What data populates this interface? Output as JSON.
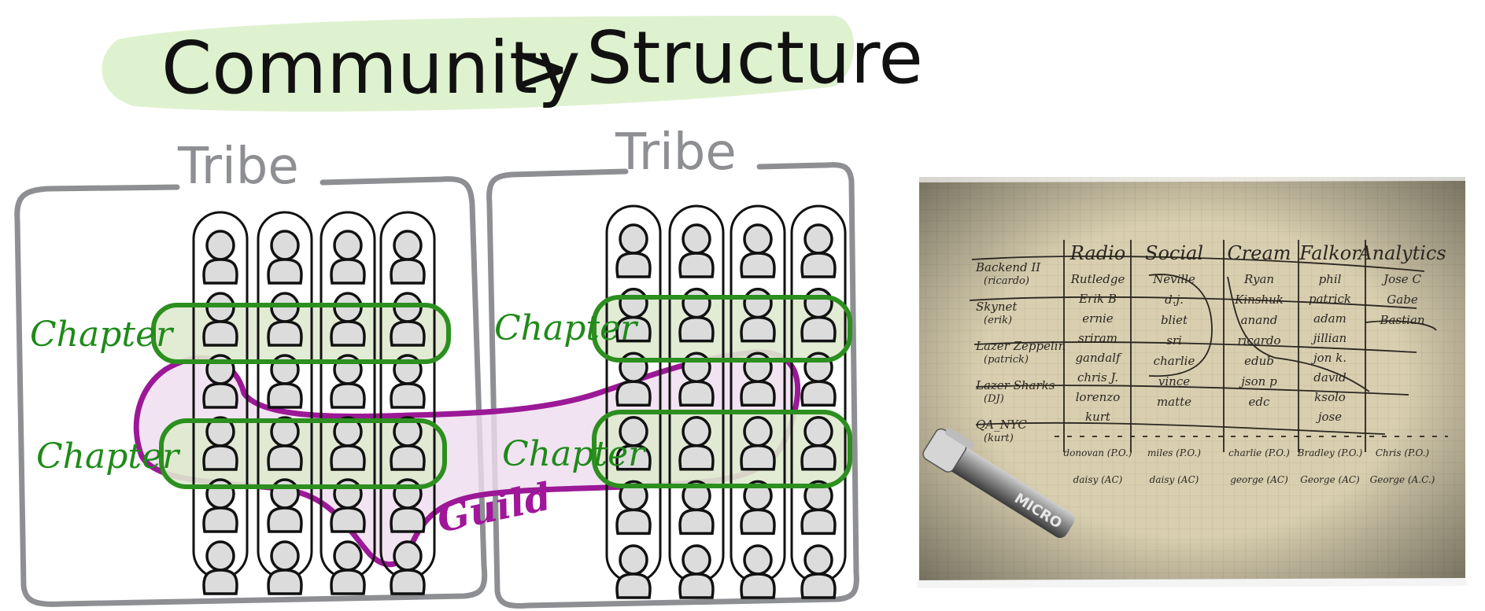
{
  "title": {
    "left": "Community",
    "separator": ">",
    "right": "Structure"
  },
  "diagram": {
    "tribes": [
      {
        "label": "Tribe"
      },
      {
        "label": "Tribe"
      }
    ],
    "chapter_label": "Chapter",
    "guild_label": "Guild",
    "squads_per_tribe": 4,
    "members_per_squad": 6,
    "colors": {
      "tribe_border": "#8d8f93",
      "chapter": "#2c8f1f",
      "chapter_fill": "#dfe9cf",
      "guild": "#9b1896",
      "guild_fill": "#efdcef",
      "title_bg": "#dff2cf"
    }
  },
  "photo": {
    "columns": [
      "Radio",
      "Social",
      "Cream",
      "Falkor",
      "Analytics"
    ],
    "rows": [
      {
        "label": "Backend II",
        "sub": "(ricardo)"
      },
      {
        "label": "Skynet",
        "sub": "(erik)"
      },
      {
        "label": "Lazer Zeppelin",
        "sub": "(patrick)"
      },
      {
        "label": "Lazer Sharks",
        "sub": "(DJ)"
      },
      {
        "label": "QA_NYC",
        "sub": "(kurt)"
      }
    ],
    "cells": {
      "Radio": [
        "Rutledge",
        "Erik B",
        "ernie",
        "sriram",
        "gandalf",
        "chris J.",
        "lorenzo",
        "kurt"
      ],
      "Social": [
        "Neville",
        "d.j.",
        "bliet",
        "sri",
        "charlie",
        "vince",
        "matte"
      ],
      "Cream": [
        "Ryan",
        "Kinshuk",
        "anand",
        "ricardo",
        "edub",
        "json p",
        "edc"
      ],
      "Falkor": [
        "phil",
        "patrick",
        "adam",
        "jillian",
        "jon k.",
        "david",
        "ksolo",
        "jose"
      ],
      "Analytics": [
        "Jose C",
        "Gabe",
        "Bastian"
      ]
    },
    "footers": {
      "Radio": [
        "donovan (P.O.)",
        "daisy (AC)"
      ],
      "Social": [
        "miles (P.O.)",
        "daisy (AC)"
      ],
      "Cream": [
        "charlie (P.O.)",
        "george (AC)"
      ],
      "Falkor": [
        "Bradley (P.O.)",
        "George (AC)"
      ],
      "Analytics": [
        "Chris (P.O.)",
        "George (A.C.)"
      ]
    },
    "pen_text": "MICRO"
  }
}
